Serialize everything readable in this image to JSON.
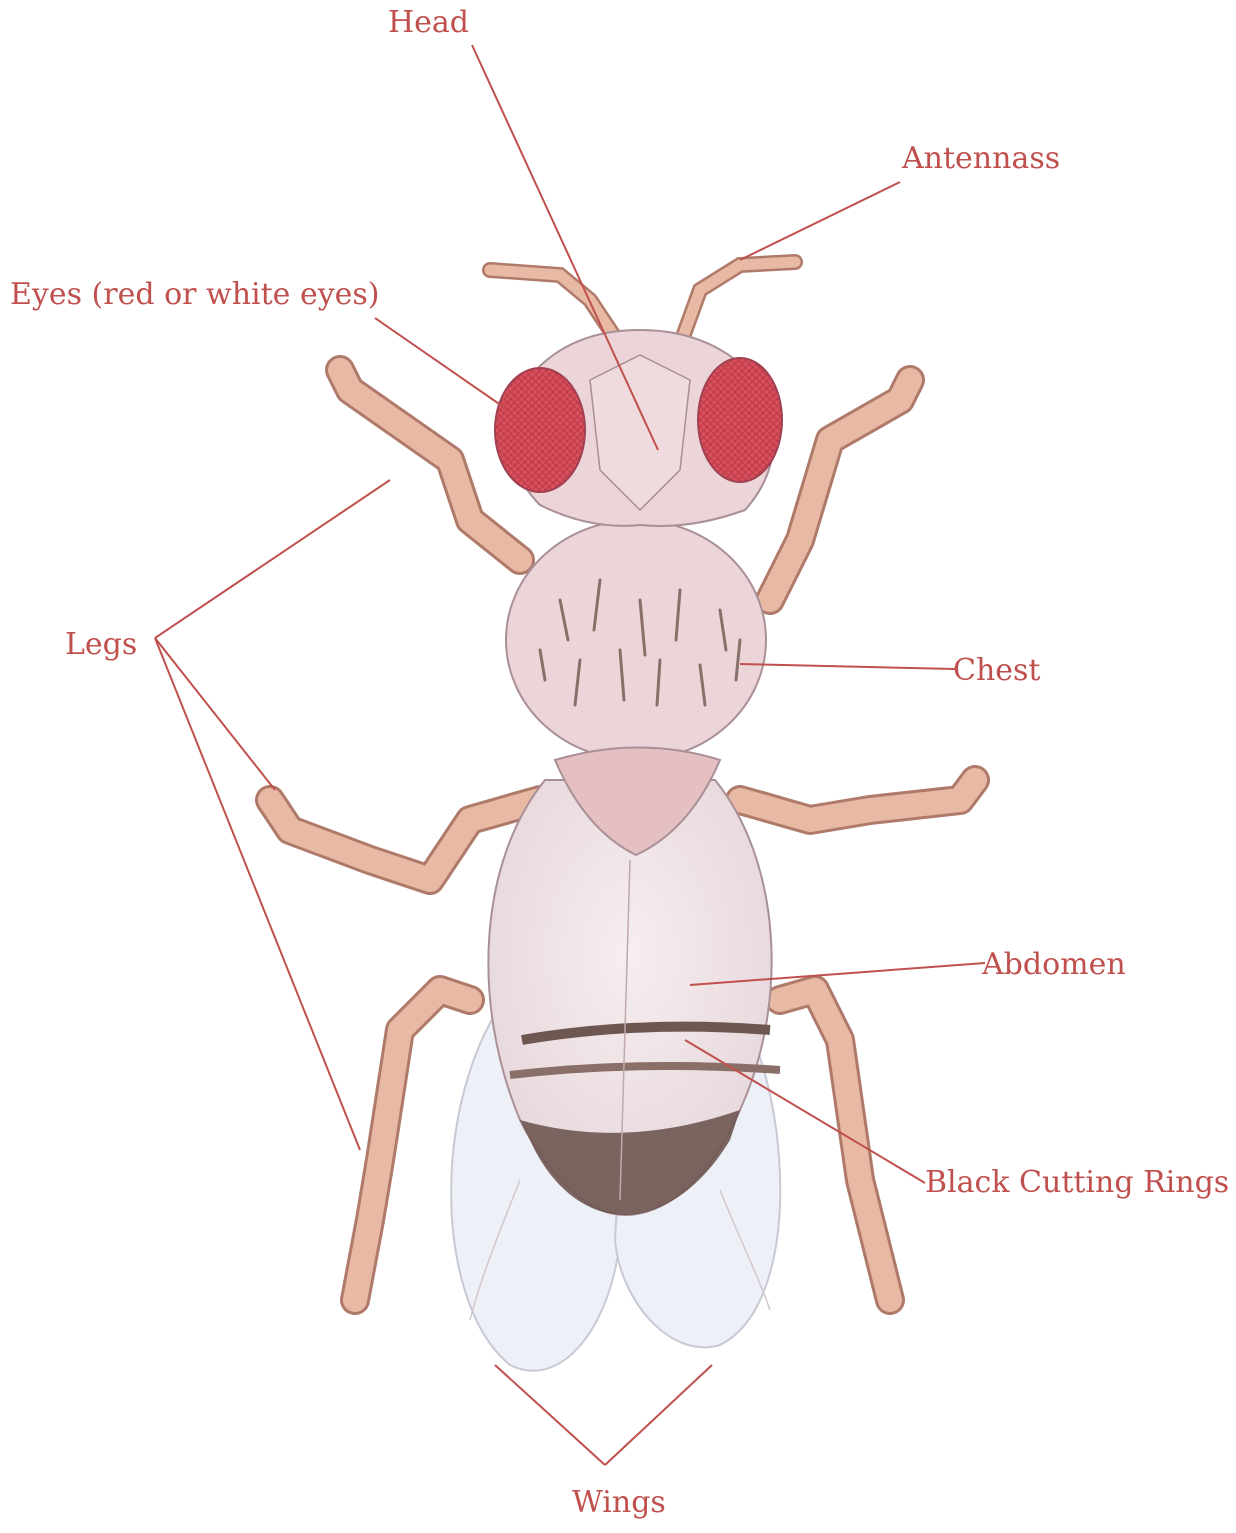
{
  "colors": {
    "label": "#c0504d",
    "leader": "#c0504d",
    "eye": "#d9505c",
    "body_pink": "#ecd5d8",
    "leg": "#e8b9a5",
    "dark_band": "#6e5751",
    "wing": "#eef0f7"
  },
  "labels": {
    "head": "Head",
    "antennae": "Antennass",
    "eyes": "Eyes (red or white eyes)",
    "legs": "Legs",
    "chest": "Chest",
    "abdomen": "Abdomen",
    "rings": "Black Cutting Rings",
    "wings": "Wings"
  }
}
